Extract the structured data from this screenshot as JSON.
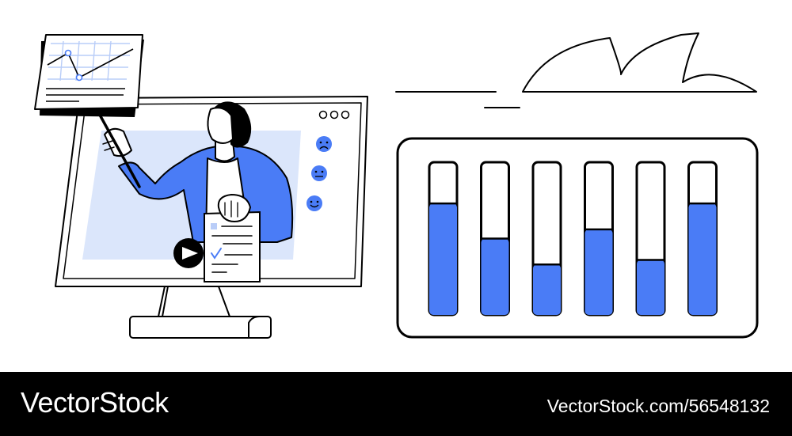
{
  "footer": {
    "brand": "VectorStock",
    "image_id": "VectorStock.com/56548132"
  },
  "illustration": {
    "accent_color": "#4a7cf6",
    "screen_fill": "#dbe6fb",
    "stroke_color": "#000000",
    "emoji_icons": [
      "sad-face-icon",
      "neutral-face-icon",
      "happy-face-icon"
    ],
    "window_control_icons": [
      "dot-icon",
      "dot-icon",
      "dot-icon"
    ]
  },
  "bars": [
    {
      "level": 0.73
    },
    {
      "level": 0.5
    },
    {
      "level": 0.33
    },
    {
      "level": 0.56
    },
    {
      "level": 0.36
    },
    {
      "level": 0.73
    }
  ]
}
